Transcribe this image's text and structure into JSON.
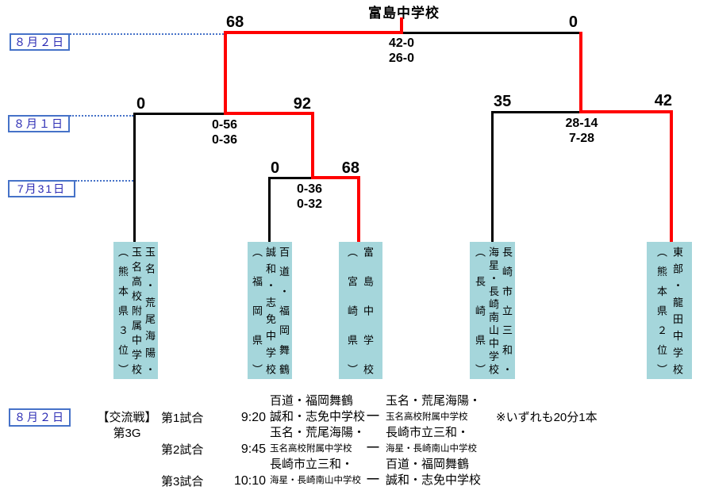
{
  "title": "富島中学校",
  "colors": {
    "winner_path_red": "#ff0000",
    "bracket_black": "#000000",
    "team_box_fill": "#a5d6db",
    "date_text_blue": "#2b2bb4",
    "date_border_blue": "#4672c8"
  },
  "dates": {
    "final": "８月２日",
    "semifinal": "８月１日",
    "quarterfinal": "7月31日"
  },
  "rounds": {
    "final": {
      "left_score": "68",
      "right_score": "0",
      "halves": [
        "42-0",
        "26-0"
      ]
    },
    "semi_left": {
      "left_score": "0",
      "right_score": "92",
      "halves": [
        "0-56",
        "0-36"
      ]
    },
    "quarter": {
      "left_score": "0",
      "right_score": "68",
      "halves": [
        "0-36",
        "0-32"
      ]
    },
    "semi_right": {
      "left_score": "35",
      "right_score": "42",
      "halves": [
        "28-14",
        "7-28"
      ]
    }
  },
  "teams": [
    {
      "lines": [
        "玉名・荒尾海陽・",
        "玉名高校附属中学校",
        "（熊本県３位）"
      ]
    },
    {
      "lines": [
        "百道・福岡舞鶴",
        "誠和・志免中学校",
        "（福岡県）"
      ]
    },
    {
      "lines": [
        "富島中学校",
        "（宮崎県）"
      ]
    },
    {
      "lines": [
        "長崎市立三和・",
        "海星・長崎南山中学校",
        "（長崎県）"
      ]
    },
    {
      "lines": [
        "東部・龍田中学校",
        "（熊本県２位）"
      ]
    }
  ],
  "exchange": {
    "date": "８月２日",
    "label1": "【交流戦】",
    "label2": "第3G",
    "dash": "―",
    "note": "※いずれも20分1本",
    "matches": [
      {
        "name": "第1試合",
        "time": "9:20",
        "teamA": [
          "百道・福岡舞鶴",
          "誠和・志免中学校"
        ],
        "teamB": [
          "玉名・荒尾海陽・",
          "玉名高校附属中学校"
        ]
      },
      {
        "name": "第2試合",
        "time": "9:45",
        "teamA": [
          "玉名・荒尾海陽・",
          "玉名高校附属中学校"
        ],
        "teamB": [
          "長崎市立三和・",
          "海星・長崎南山中学校"
        ]
      },
      {
        "name": "第3試合",
        "time": "10:10",
        "teamA": [
          "長崎市立三和・",
          "海星・長崎南山中学校"
        ],
        "teamB": [
          "百道・福岡舞鶴",
          "誠和・志免中学校"
        ]
      }
    ]
  }
}
